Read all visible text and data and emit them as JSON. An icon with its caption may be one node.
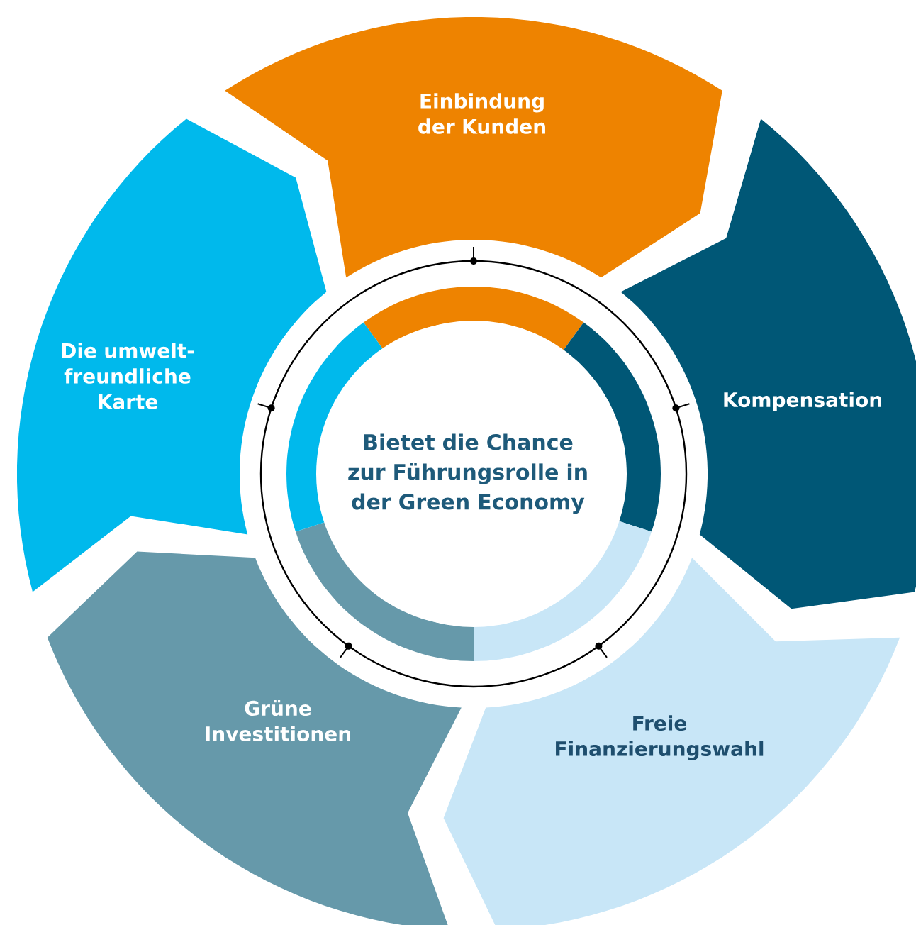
{
  "diagram": {
    "nodes": [
      {
        "text": [
          "Bietet die Chance zur Führungsrolle in der Green Economy"
        ]
      },
      {
        "text": [
          "Einbindung der Kunden"
        ]
      },
      {
        "text": [
          "Kompensation"
        ]
      },
      {
        "text": [
          "Freie Finanzierungswahl"
        ]
      },
      {
        "text": [
          "Grüne Investitionen"
        ]
      },
      {
        "text": [
          "Die umwelt-freundliche Karte"
        ]
      }
    ]
  }
}
